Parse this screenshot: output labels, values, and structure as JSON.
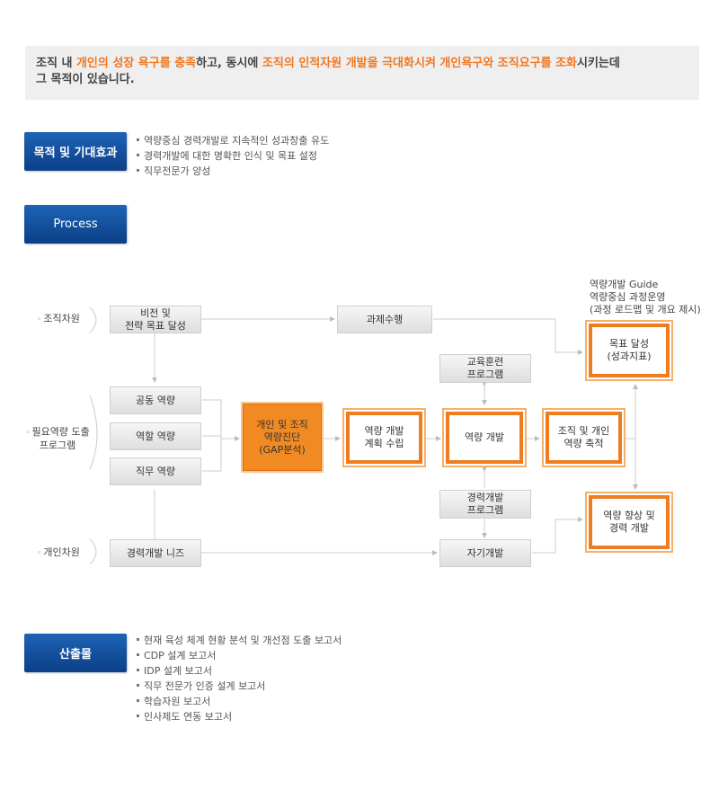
{
  "intro": {
    "p1": "조직 내 ",
    "h1": "개인의 성장 욕구를 충족",
    "p2": "하고, 동시에 ",
    "h2": "조직의 인적자원 개발을 극대화시켜 개인욕구와 조직요구를 조화",
    "p3": "시키는데",
    "p4": "그 목적이 있습니다."
  },
  "purpose": {
    "badge": "목적 및 기대효과",
    "items": [
      "역량중심 경력개발로 지속적인 성과창출 유도",
      "경력개발에 대한 명확한 인식 및 목표 설정",
      "직무전문가 양성"
    ]
  },
  "process": {
    "badge": "Process",
    "rows": {
      "org": "조직차원",
      "need1": "필요역량 도출",
      "need2": "프로그램",
      "personal": "개인차원"
    },
    "boxes": {
      "vision1": "비전 및",
      "vision2": "전략 목표 달성",
      "task": "과제수행",
      "common": "공동 역량",
      "role": "역할 역량",
      "job": "직무 역량",
      "career_needs": "경력개발 니즈",
      "diag1": "개인 및 조직",
      "diag2": "역량진단",
      "diag3": "(GAP분석)",
      "plan1": "역량 개발",
      "plan2": "계획 수립",
      "dev": "역량 개발",
      "edu1": "교육훈련",
      "edu2": "프로그램",
      "cdp1": "경력개발",
      "cdp2": "프로그램",
      "self": "자기개발",
      "accum1": "조직 및 개인",
      "accum2": "역량 축적",
      "goal1": "목표 달성",
      "goal2": "(성과지표)",
      "improve1": "역량 향상 및",
      "improve2": "경력 개발"
    },
    "note": [
      "역량개발 Guide",
      "역량중심 과정운영",
      "(과정 로드맵 및 개요 제시)"
    ]
  },
  "outputs": {
    "badge": "산출물",
    "items": [
      "현재 육성 체계 현황 분석 및 개선점 도출 보고서",
      "CDP 설계 보고서",
      "IDP 설계 보고서",
      "직무 전문가 인증 설계 보고서",
      "학습자원 보고서",
      "인사제도 연동 보고서"
    ]
  },
  "colors": {
    "accent": "#f07823",
    "badge": "#0b3f86",
    "line": "#c8c8c8"
  }
}
